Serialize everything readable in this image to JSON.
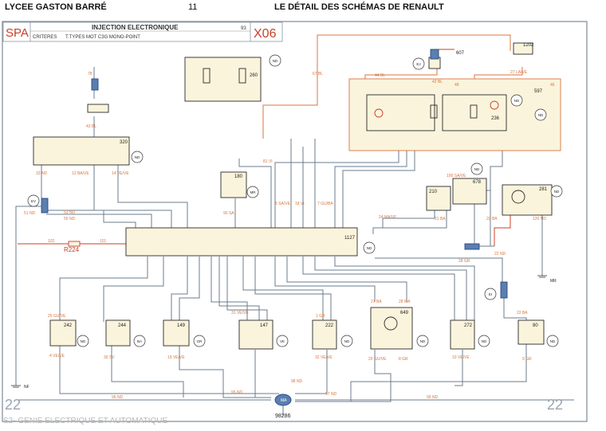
{
  "header": {
    "school": "LYCEE GASTON BARRÉ",
    "page_number": "11",
    "chapter": "LE  DÉTAIL DES SCHÉMAS DE RENAULT"
  },
  "title_block": {
    "spa": "SPA",
    "title": "INJECTION ELECTRONIQUE",
    "criteria_label": "CRITERES",
    "criteria_value": "T.TYPES MOT C3G MONO-POINT",
    "sheet_no": "93",
    "code": "X06"
  },
  "page_corner_left": "22",
  "page_corner_right": "22",
  "footer": {
    "course": "S2- GENIE ELECTRIQUE ET AUTOMATIQUE",
    "drawing_no": "98286"
  },
  "components": {
    "c260": "260",
    "c597": "597",
    "c320": "320",
    "c236": "236",
    "c1127": "1127",
    "c180": "180",
    "c210": "210",
    "c678": "678",
    "c281": "281",
    "c242": "242",
    "c244": "244",
    "c149": "149",
    "c147": "147",
    "c222": "222",
    "c649": "649",
    "c272": "272",
    "c80": "80",
    "c607": "607",
    "c1202": "1202",
    "r224": "R224"
  },
  "labels": {
    "nd": "ND",
    "ba": "BA",
    "ve": "VE",
    "gr": "GR",
    "mr": "MR",
    "ma": "MA",
    "ev": "EV",
    "ej": "EJ",
    "ei": "EI",
    "nf": "NF",
    "w67_bl": "67 BL",
    "w44_bl": "44 BL",
    "w42_bl": "42 BL",
    "w27_la_ve": "27 LA/VE",
    "w46": "46",
    "w48": "48",
    "w78": "78",
    "w43_bl": "43 BL",
    "w33_nd": "33 ND",
    "w12_ba_ve": "12 BA/VE",
    "w14_ve_ve": "14 VE/VE",
    "w51_nd": "51 ND",
    "w53_nd": "53 ND",
    "w55_nd": "55 ND",
    "w102": "102",
    "w101": "101",
    "w81_vi": "81 VI",
    "w90_sa": "90 SA",
    "w5_sa_ve": "5 SA/VE",
    "w18_vi": "18 VI",
    "w7_gu_ba": "7 GU/BA",
    "w100_sa_ve": "100 SA/VE",
    "w24_ma_ve": "24 MA/VE",
    "w21_ba": "21 BA",
    "w20_ba": "20 BA",
    "w120_nd": "120 ND",
    "w22_nd": "22 ND",
    "w28_gr": "28 GR",
    "w22_ba": "22 BA",
    "w9_gr": "9 GR",
    "w25_gu_ve": "25 GU/VE",
    "w4_ve_ve": "4 VE/VE",
    "w30_sv": "30 SV",
    "w19_ve_ve": "19 VE/VE",
    "w31_ve_ve": "31 VE/VE",
    "w32_ve_ve": "32 VE/VE",
    "w27_ba": "27 BA",
    "w28_ma": "28 MA",
    "w20_gu_ve": "20 GU/VE",
    "w8_gr": "8 GR",
    "w10_ve_ve": "10 VE/VE",
    "w1_gr": "1 GR",
    "w95_nd": "95 ND",
    "w96_nd": "96 ND",
    "w97_nd": "97 ND",
    "w99_nd": "99 ND",
    "w98_nd": "98 ND"
  },
  "colors": {
    "wire": "#6b7c8c",
    "red": "#c8402a",
    "orange": "#d9753f",
    "box": "#2a2a2a",
    "fill": "#fbf4dc"
  }
}
